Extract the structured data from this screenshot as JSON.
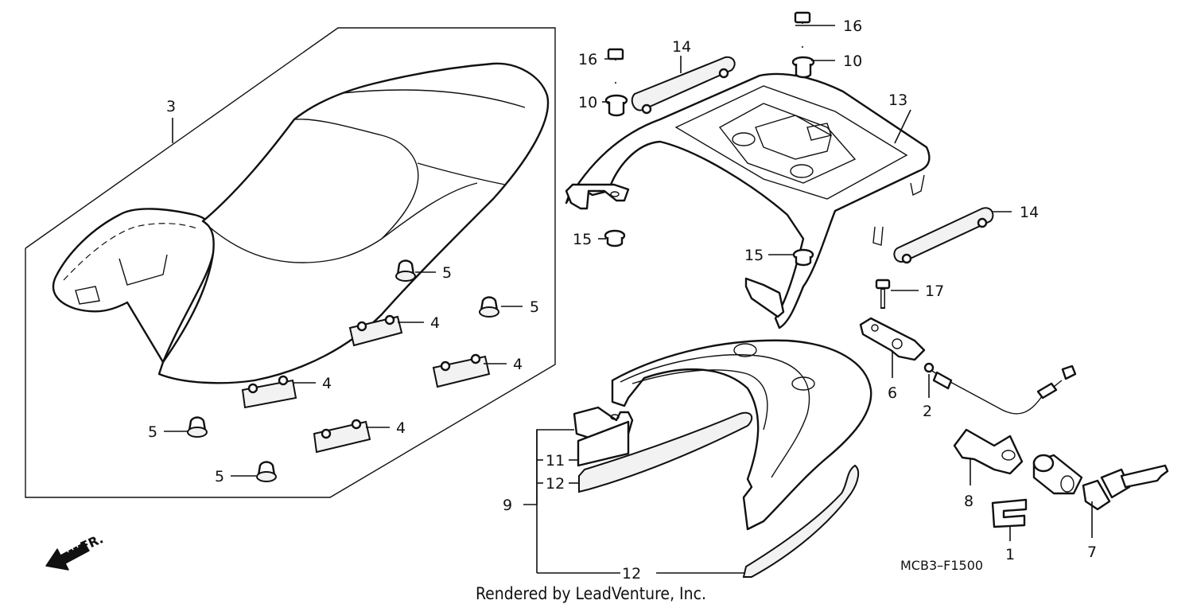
{
  "diagram": {
    "drawing_code": "MCB3–F1500",
    "credit": "Rendered by LeadVenture, Inc.",
    "front_label": "FR.",
    "callouts": {
      "c1": "1",
      "c2": "2",
      "c3": "3",
      "c4a": "4",
      "c4b": "4",
      "c4c": "4",
      "c4d": "4",
      "c5a": "5",
      "c5b": "5",
      "c5c": "5",
      "c5d": "5",
      "c6": "6",
      "c7": "7",
      "c8": "8",
      "c9": "9",
      "c10a": "10",
      "c10b": "10",
      "c11": "11",
      "c12a": "12",
      "c12b": "12",
      "c13": "13",
      "c14a": "14",
      "c14b": "14",
      "c15a": "15",
      "c15b": "15",
      "c16a": "16",
      "c16b": "16",
      "c17": "17"
    }
  }
}
